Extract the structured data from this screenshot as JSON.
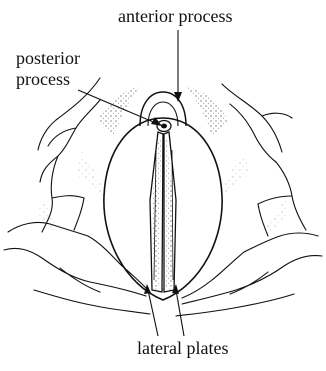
{
  "labels": {
    "anterior": "anterior process",
    "posterior_line1": "posterior",
    "posterior_line2": "process",
    "lateral": "lateral plates"
  },
  "colors": {
    "ink": "#111111",
    "background": "#ffffff",
    "stipple": "#555555"
  }
}
